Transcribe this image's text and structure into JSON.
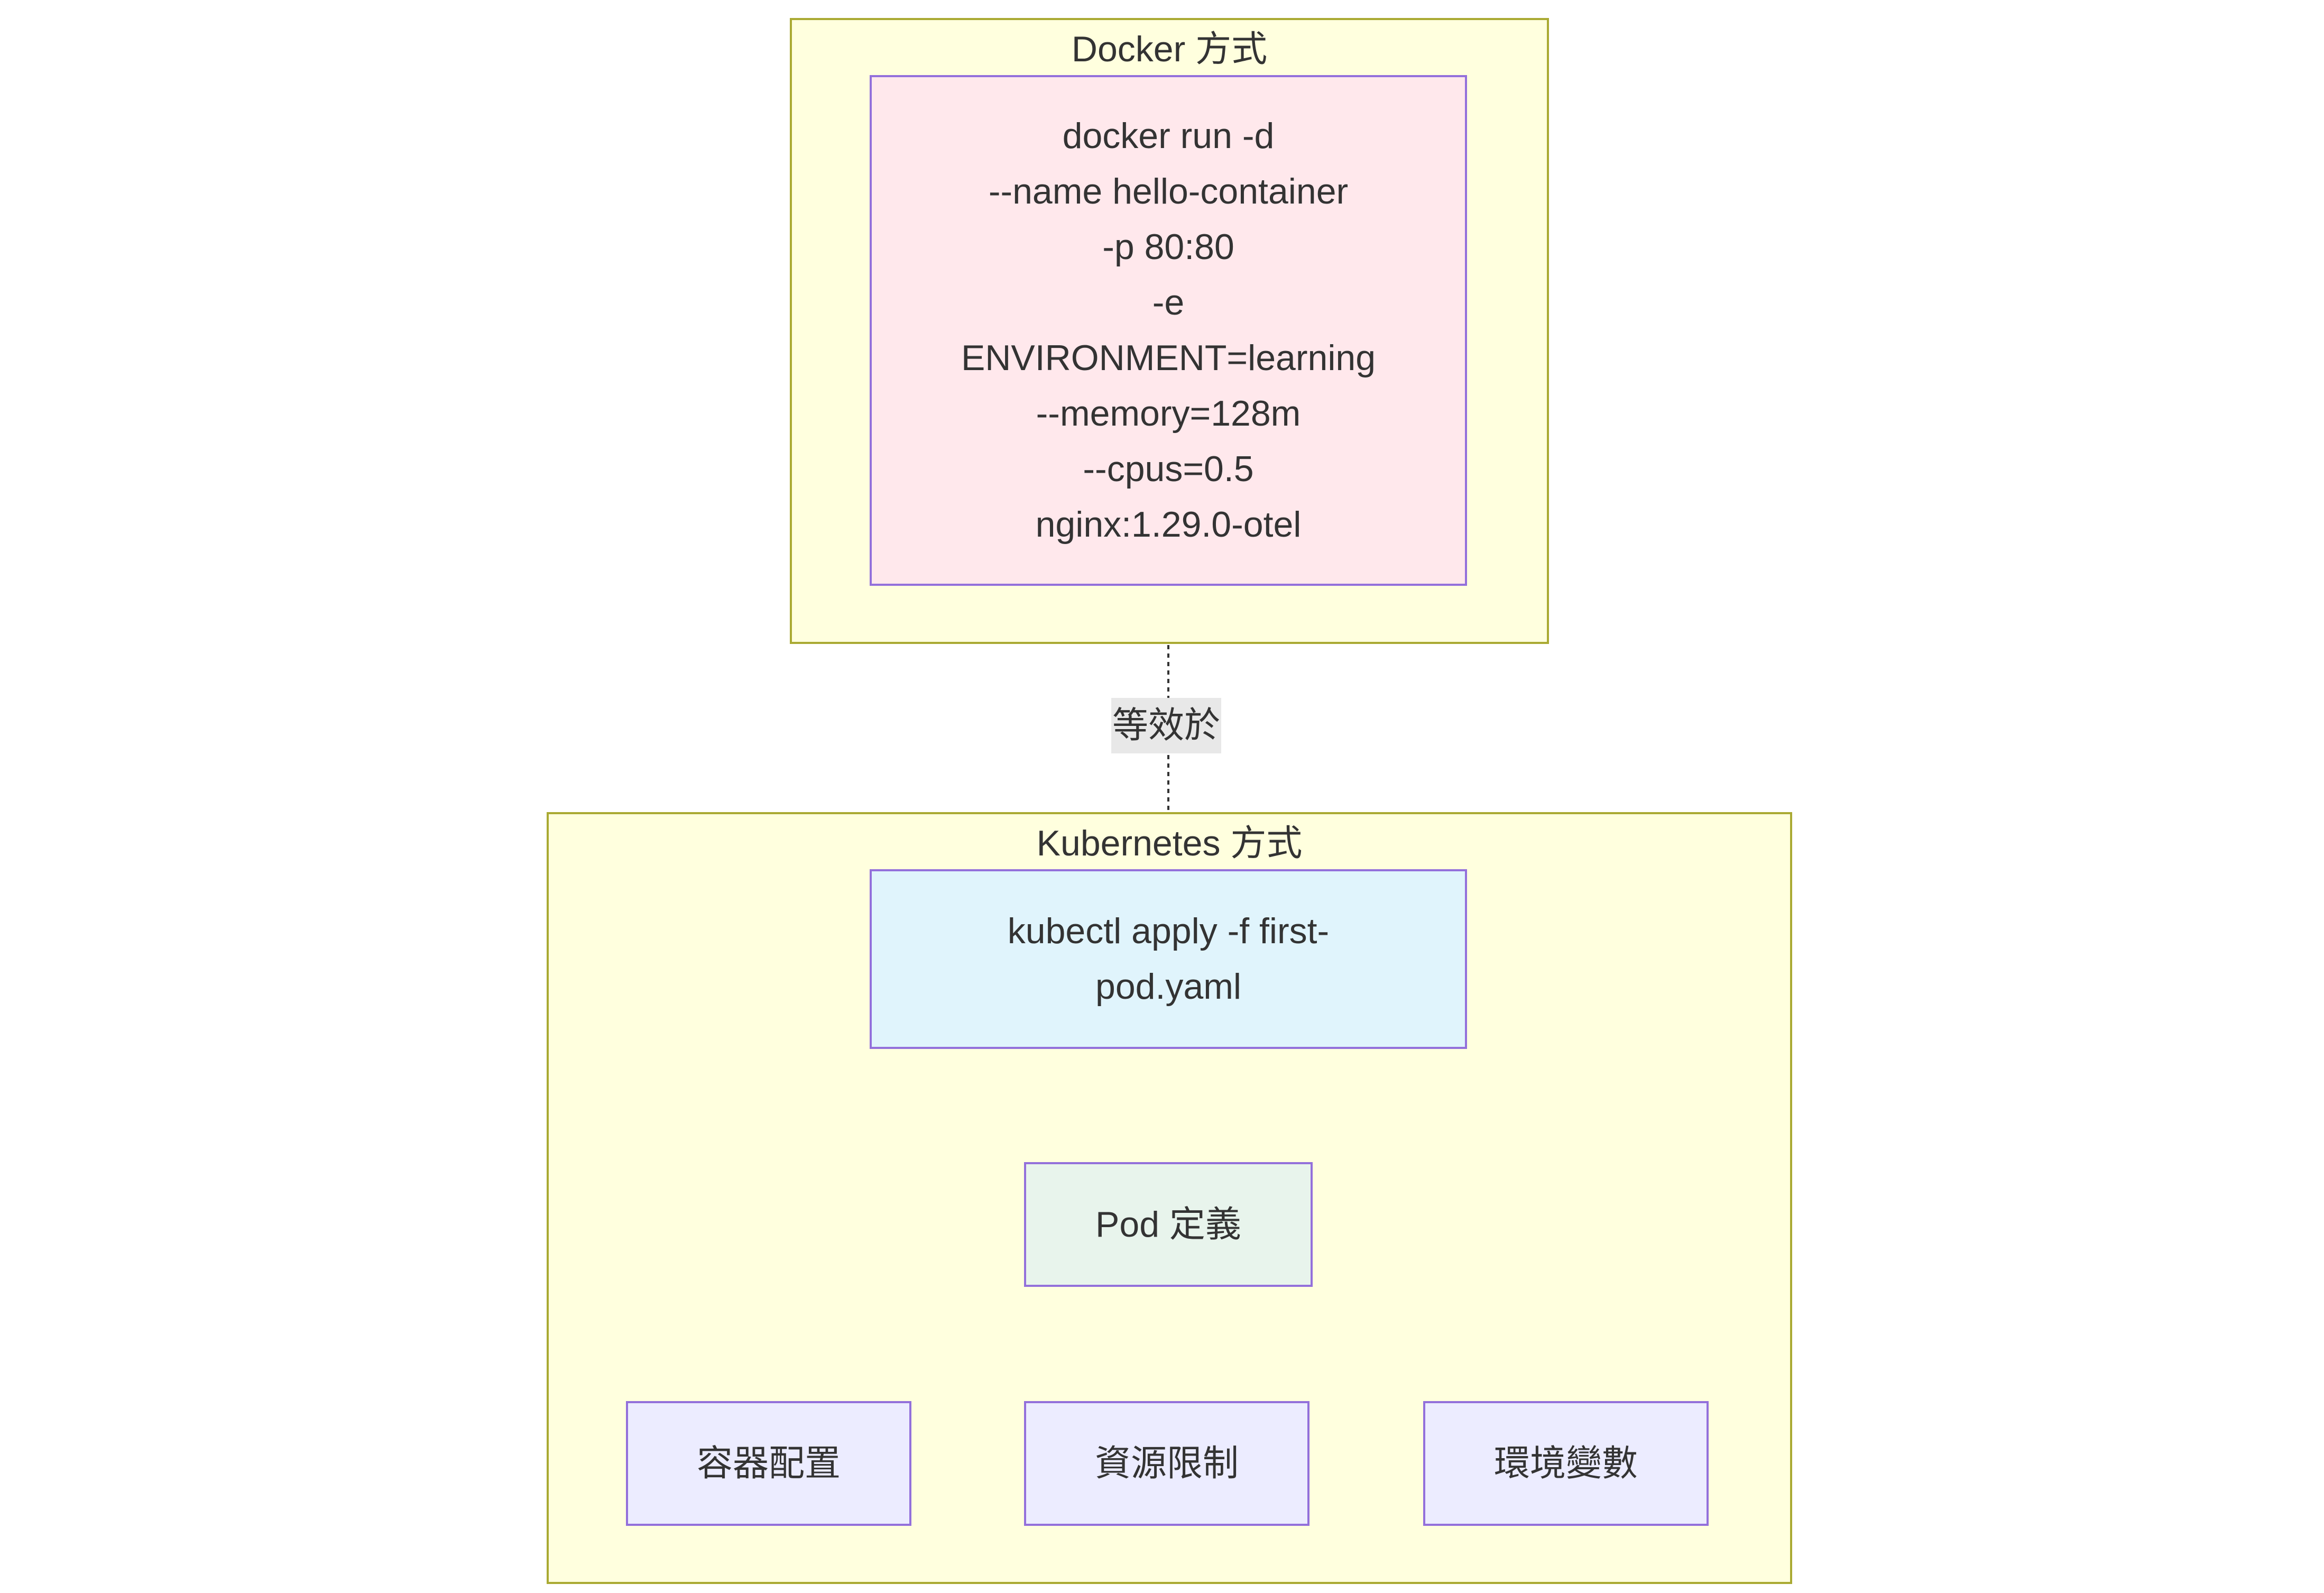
{
  "clusters": {
    "docker": {
      "title": "Docker 方式"
    },
    "kubernetes": {
      "title": "Kubernetes 方式"
    }
  },
  "nodes": {
    "docker_cmd": {
      "lines": [
        "docker run -d",
        "--name hello-container",
        "-p 80:80",
        "-e",
        "ENVIRONMENT=learning",
        "--memory=128m",
        "--cpus=0.5",
        "nginx:1.29.0-otel"
      ],
      "fill": "#ffe8ec"
    },
    "kubectl_cmd": {
      "lines": [
        "kubectl apply -f first-",
        "pod.yaml"
      ],
      "fill": "#e0f4fc"
    },
    "pod_def": {
      "label": "Pod 定義",
      "fill": "#e8f4ec"
    },
    "container_config": {
      "label": "容器配置",
      "fill": "#ececff"
    },
    "resource_limits": {
      "label": "資源限制",
      "fill": "#ececff"
    },
    "env_vars": {
      "label": "環境變數",
      "fill": "#ececff"
    }
  },
  "edges": {
    "equivalent": {
      "label": "等效於"
    }
  },
  "colors": {
    "cluster_fill": "#ffffde",
    "cluster_border": "#aaaa33",
    "node_border": "#9370db",
    "edge": "#333333",
    "edge_label_bg": "#e8e8e8"
  }
}
